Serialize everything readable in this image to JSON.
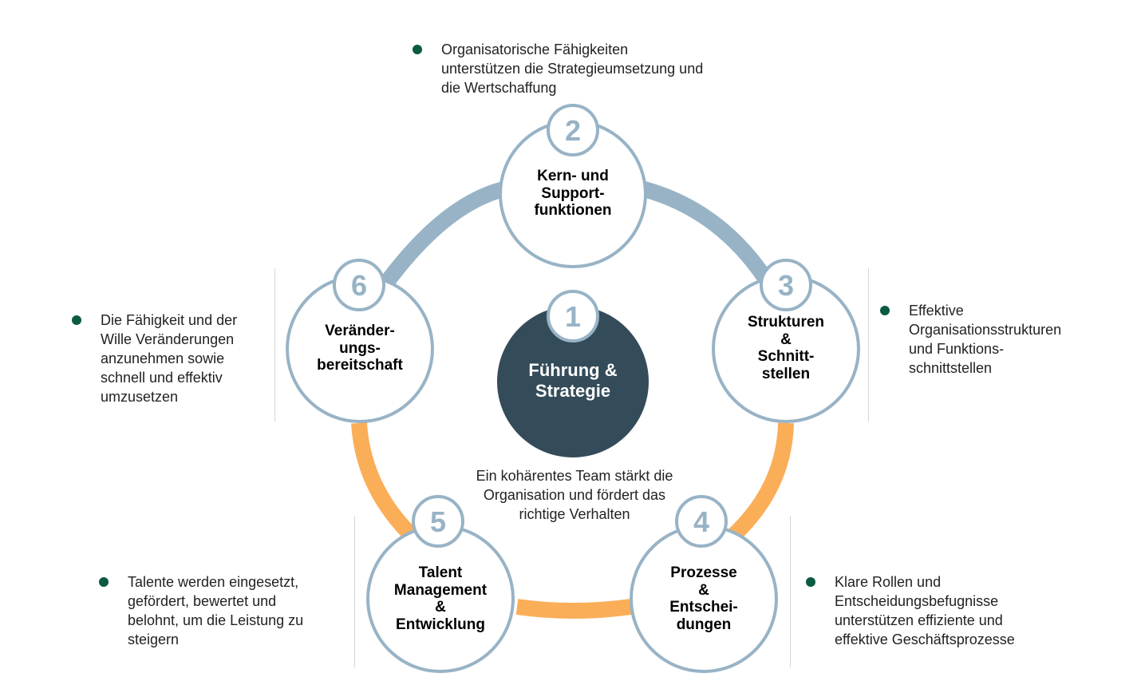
{
  "colors": {
    "ring_blue": "#98b3c6",
    "ring_orange": "#fbae58",
    "circle_border": "#98b3c6",
    "number_color": "#98b3c6",
    "center_fill": "#344b5a",
    "bullet_dot": "#0b5a43"
  },
  "center": {
    "number": "1",
    "label": "Führung &\nStrategie"
  },
  "caption": "Ein kohärentes Team stärkt die\nOrganisation und fördert das\nrichtige Verhalten",
  "nodes": [
    {
      "number": "2",
      "label": "Kern- und\nSupport-\nfunktionen",
      "description": "Organisatorische Fähigkeiten\nunterstützen die Strategieumsetzung und\ndie Wertschaffung"
    },
    {
      "number": "3",
      "label": "Strukturen\n&\nSchnitt-\nstellen",
      "description": "Effektive\nOrganisationsstrukturen\nund Funktions-\nschnittstellen"
    },
    {
      "number": "4",
      "label": "Prozesse\n&\nEntschei-\ndungen",
      "description": "Klare Rollen und\nEntscheidungsbefugnisse\nunterstützen effiziente und\neffektive Geschäftsprozesse"
    },
    {
      "number": "5",
      "label": "Talent\nManagement\n&\nEntwicklung",
      "description": "Talente werden eingesetzt,\ngefördert, bewertet und\nbelohnt, um die Leistung zu\nsteigern"
    },
    {
      "number": "6",
      "label": "Veränder-\nungs-\nbereitschaft",
      "description": "Die Fähigkeit und der\nWille Veränderungen\nanzunehmen sowie\nschnell und effektiv\numzusetzen"
    }
  ]
}
